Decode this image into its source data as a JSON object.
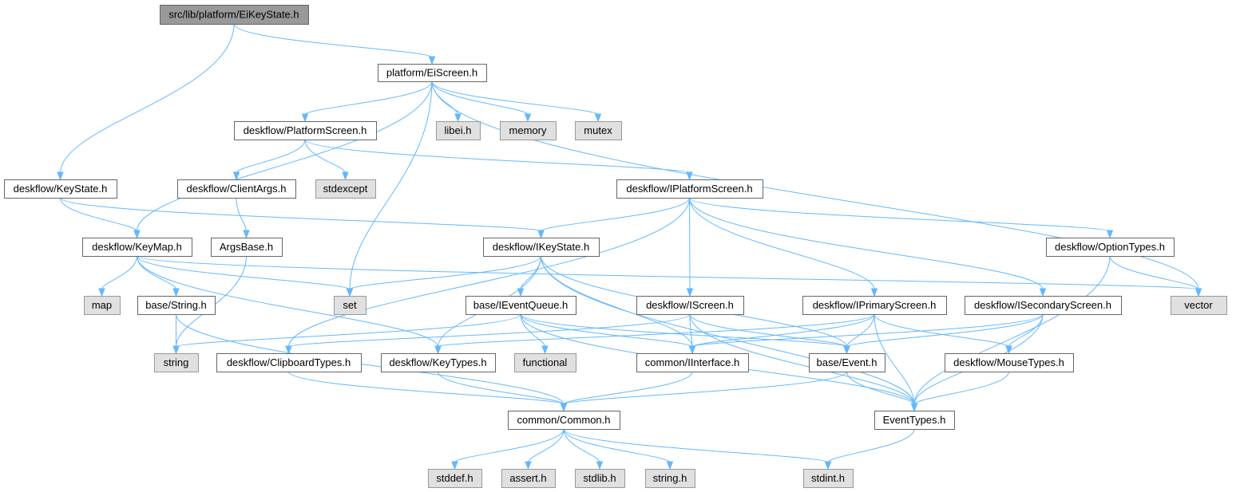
{
  "nodes": [
    {
      "id": "eikeystate",
      "label": "src/lib/platform/EiKeyState.h",
      "kind": "root"
    },
    {
      "id": "eiscreen",
      "label": "platform/EiScreen.h",
      "kind": "normal"
    },
    {
      "id": "keystate",
      "label": "deskflow/KeyState.h",
      "kind": "normal"
    },
    {
      "id": "platformscreen",
      "label": "deskflow/PlatformScreen.h",
      "kind": "normal"
    },
    {
      "id": "libei",
      "label": "libei.h",
      "kind": "system"
    },
    {
      "id": "memory",
      "label": "memory",
      "kind": "system"
    },
    {
      "id": "mutex",
      "label": "mutex",
      "kind": "system"
    },
    {
      "id": "clientargs",
      "label": "deskflow/ClientArgs.h",
      "kind": "normal"
    },
    {
      "id": "stdexcept",
      "label": "stdexcept",
      "kind": "system"
    },
    {
      "id": "iplatformscreen",
      "label": "deskflow/IPlatformScreen.h",
      "kind": "normal"
    },
    {
      "id": "keymap",
      "label": "deskflow/KeyMap.h",
      "kind": "normal"
    },
    {
      "id": "argsbase",
      "label": "ArgsBase.h",
      "kind": "normal"
    },
    {
      "id": "ikeystate",
      "label": "deskflow/IKeyState.h",
      "kind": "normal"
    },
    {
      "id": "optiontypes",
      "label": "deskflow/OptionTypes.h",
      "kind": "normal"
    },
    {
      "id": "map",
      "label": "map",
      "kind": "system"
    },
    {
      "id": "basestring",
      "label": "base/String.h",
      "kind": "normal"
    },
    {
      "id": "set",
      "label": "set",
      "kind": "system"
    },
    {
      "id": "ieventqueue",
      "label": "base/IEventQueue.h",
      "kind": "normal"
    },
    {
      "id": "iscreen",
      "label": "deskflow/IScreen.h",
      "kind": "normal"
    },
    {
      "id": "iprimaryscreen",
      "label": "deskflow/IPrimaryScreen.h",
      "kind": "normal"
    },
    {
      "id": "isecondaryscreen",
      "label": "deskflow/ISecondaryScreen.h",
      "kind": "normal"
    },
    {
      "id": "vector",
      "label": "vector",
      "kind": "system"
    },
    {
      "id": "string",
      "label": "string",
      "kind": "system"
    },
    {
      "id": "clipboardtypes",
      "label": "deskflow/ClipboardTypes.h",
      "kind": "normal"
    },
    {
      "id": "keytypes",
      "label": "deskflow/KeyTypes.h",
      "kind": "normal"
    },
    {
      "id": "functional",
      "label": "functional",
      "kind": "system"
    },
    {
      "id": "iinterface",
      "label": "common/IInterface.h",
      "kind": "normal"
    },
    {
      "id": "baseevent",
      "label": "base/Event.h",
      "kind": "normal"
    },
    {
      "id": "mousetypes",
      "label": "deskflow/MouseTypes.h",
      "kind": "normal"
    },
    {
      "id": "common",
      "label": "common/Common.h",
      "kind": "normal"
    },
    {
      "id": "eventtypes",
      "label": "EventTypes.h",
      "kind": "normal"
    },
    {
      "id": "stddef",
      "label": "stddef.h",
      "kind": "system"
    },
    {
      "id": "assert",
      "label": "assert.h",
      "kind": "system"
    },
    {
      "id": "stdlib",
      "label": "stdlib.h",
      "kind": "system"
    },
    {
      "id": "cstring",
      "label": "string.h",
      "kind": "system"
    },
    {
      "id": "stdint",
      "label": "stdint.h",
      "kind": "system"
    }
  ],
  "edges": [
    [
      "eikeystate",
      "eiscreen"
    ],
    [
      "eikeystate",
      "keystate"
    ],
    [
      "eiscreen",
      "keymap"
    ],
    [
      "eiscreen",
      "platformscreen"
    ],
    [
      "eiscreen",
      "set"
    ],
    [
      "eiscreen",
      "libei"
    ],
    [
      "eiscreen",
      "memory"
    ],
    [
      "eiscreen",
      "mutex"
    ],
    [
      "eiscreen",
      "vector"
    ],
    [
      "keystate",
      "keymap"
    ],
    [
      "keystate",
      "ikeystate"
    ],
    [
      "platformscreen",
      "clientargs"
    ],
    [
      "platformscreen",
      "stdexcept"
    ],
    [
      "platformscreen",
      "iplatformscreen"
    ],
    [
      "clientargs",
      "argsbase"
    ],
    [
      "argsbase",
      "string"
    ],
    [
      "iplatformscreen",
      "clipboardtypes"
    ],
    [
      "iplatformscreen",
      "ikeystate"
    ],
    [
      "iplatformscreen",
      "iscreen"
    ],
    [
      "iplatformscreen",
      "iprimaryscreen"
    ],
    [
      "iplatformscreen",
      "isecondaryscreen"
    ],
    [
      "iplatformscreen",
      "optiontypes"
    ],
    [
      "keymap",
      "map"
    ],
    [
      "keymap",
      "basestring"
    ],
    [
      "keymap",
      "set"
    ],
    [
      "keymap",
      "keytypes"
    ],
    [
      "keymap",
      "vector"
    ],
    [
      "basestring",
      "string"
    ],
    [
      "basestring",
      "common"
    ],
    [
      "ikeystate",
      "set"
    ],
    [
      "ikeystate",
      "ieventqueue"
    ],
    [
      "ikeystate",
      "keytypes"
    ],
    [
      "ikeystate",
      "iinterface"
    ],
    [
      "ikeystate",
      "baseevent"
    ],
    [
      "ikeystate",
      "eventtypes"
    ],
    [
      "optiontypes",
      "vector"
    ],
    [
      "optiontypes",
      "eventtypes"
    ],
    [
      "ieventqueue",
      "string"
    ],
    [
      "ieventqueue",
      "functional"
    ],
    [
      "ieventqueue",
      "iinterface"
    ],
    [
      "ieventqueue",
      "baseevent"
    ],
    [
      "ieventqueue",
      "eventtypes"
    ],
    [
      "iscreen",
      "clipboardtypes"
    ],
    [
      "iscreen",
      "iinterface"
    ],
    [
      "iscreen",
      "baseevent"
    ],
    [
      "iscreen",
      "eventtypes"
    ],
    [
      "iprimaryscreen",
      "keytypes"
    ],
    [
      "iprimaryscreen",
      "iinterface"
    ],
    [
      "iprimaryscreen",
      "baseevent"
    ],
    [
      "iprimaryscreen",
      "mousetypes"
    ],
    [
      "iprimaryscreen",
      "eventtypes"
    ],
    [
      "isecondaryscreen",
      "iinterface"
    ],
    [
      "isecondaryscreen",
      "baseevent"
    ],
    [
      "isecondaryscreen",
      "mousetypes"
    ],
    [
      "isecondaryscreen",
      "eventtypes"
    ],
    [
      "clipboardtypes",
      "common"
    ],
    [
      "keytypes",
      "common"
    ],
    [
      "iinterface",
      "common"
    ],
    [
      "baseevent",
      "common"
    ],
    [
      "baseevent",
      "eventtypes"
    ],
    [
      "mousetypes",
      "eventtypes"
    ],
    [
      "common",
      "stddef"
    ],
    [
      "common",
      "assert"
    ],
    [
      "common",
      "stdlib"
    ],
    [
      "common",
      "cstring"
    ],
    [
      "common",
      "stdint"
    ],
    [
      "eventtypes",
      "stdint"
    ]
  ],
  "colors": {
    "edge": "#63b8ff",
    "root_fill": "#999999",
    "system_fill": "#e0e0e0",
    "node_border": "#666666"
  }
}
